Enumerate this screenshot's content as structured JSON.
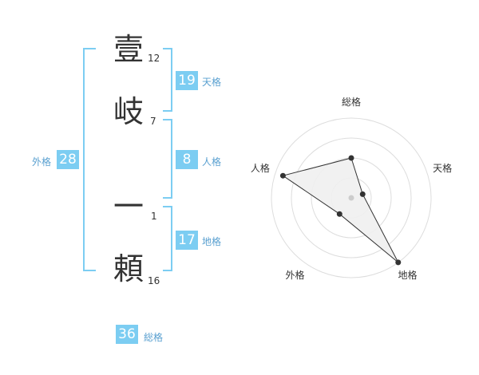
{
  "name": {
    "chars": [
      {
        "char": "壹",
        "strokes": "12"
      },
      {
        "char": "岐",
        "strokes": "7"
      },
      {
        "char": "一",
        "strokes": "1"
      },
      {
        "char": "頼",
        "strokes": "16"
      }
    ]
  },
  "fortune": {
    "tenkaku": {
      "label": "天格",
      "value": "19"
    },
    "jinkaku": {
      "label": "人格",
      "value": "8"
    },
    "chikaku": {
      "label": "地格",
      "value": "17"
    },
    "gaikaku": {
      "label": "外格",
      "value": "28"
    },
    "soukaku": {
      "label": "総格",
      "value": "36"
    }
  },
  "chart_data": {
    "type": "radar",
    "axes": [
      "総格",
      "天格",
      "地格",
      "外格",
      "人格"
    ],
    "values": [
      0.5,
      0.15,
      1.0,
      0.25,
      0.9
    ],
    "max": 1,
    "rings": 4,
    "colors": {
      "line": "#333333",
      "fill": "#f0f0f0",
      "grid": "#dddddd",
      "point": "#333333",
      "center": "#cccccc"
    }
  },
  "colors": {
    "accent": "#7ccdf2",
    "label_text": "#5aa0d0"
  }
}
